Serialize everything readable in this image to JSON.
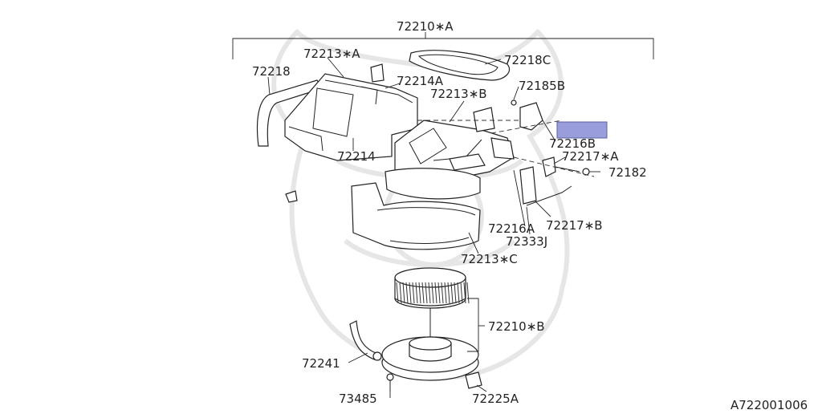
{
  "diagram": {
    "document_id": "A722001006",
    "labels": {
      "assembly_a": "72210∗A",
      "case_upper_a": "72213∗A",
      "duct": "72218",
      "seal": "72218C",
      "case_top": "72214A",
      "screw": "72185B",
      "case_upper_b": "72213∗B",
      "actuator": "72216B",
      "lever_a": "72217∗A",
      "clip": "72182",
      "case_mid": "72214",
      "actuator_link": "72216A",
      "rod_b": "72217∗B",
      "bracket": "72333J",
      "case_lower_c": "72213∗C",
      "fan_assembly_b": "72210∗B",
      "hose": "72241",
      "bolt": "73485",
      "resistor": "72225A"
    }
  }
}
